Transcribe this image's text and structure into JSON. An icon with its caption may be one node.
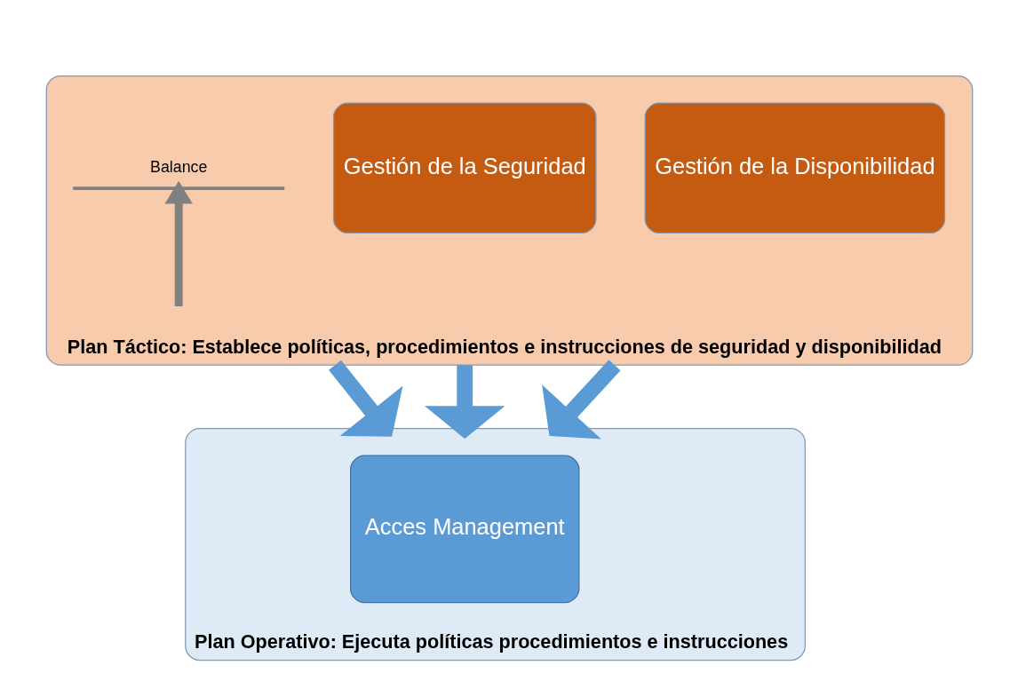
{
  "diagram": {
    "nodes": [
      {
        "text": [
          "Plan Táctico: Establece políticas, procedimientos e instrucciones de seguridad y disponibilidad"
        ]
      },
      {
        "text": [
          "Gestión de la Seguridad"
        ],
        "in": 0
      },
      {
        "text": [
          "Balance"
        ],
        "in": 0
      },
      {
        "text": [
          "Gestión de la Disponibilidad"
        ],
        "in": 0
      },
      {
        "text": [
          "Plan Operativo: Ejecuta políticas procedimientos e instrucciones"
        ]
      },
      {
        "text": [
          "Acces Management"
        ],
        "in": 4
      }
    ],
    "edges": [
      {
        "from": null,
        "to": 2,
        "arrow": "to",
        "color": "#808080"
      },
      {
        "from": 0,
        "to": 4,
        "arrow": "to"
      },
      {
        "from": 0,
        "to": 4,
        "arrow": "to"
      },
      {
        "from": 0,
        "to": 4,
        "arrow": "to"
      }
    ]
  }
}
